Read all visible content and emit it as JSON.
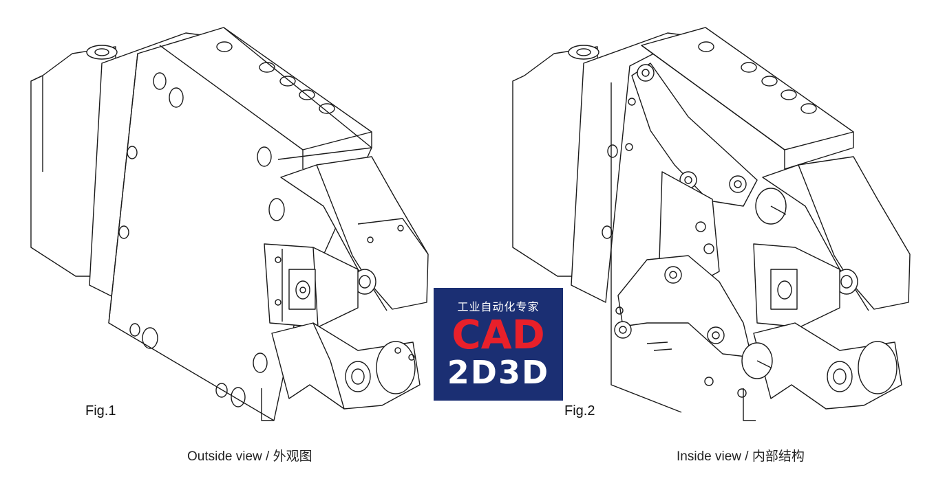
{
  "figures": [
    {
      "label": "Fig.1",
      "caption": "Outside view / 外观图"
    },
    {
      "label": "Fig.2",
      "caption": "Inside view / 内部结构"
    }
  ],
  "logo": {
    "subtitle": "工业自动化专家",
    "line1": "CAD",
    "line2": "2D3D",
    "background": "#1b2f73",
    "accent": "#e8202a"
  },
  "colors": {
    "line": "#1a1a1a",
    "fill": "#ffffff",
    "panel": "#f4f4f4"
  }
}
